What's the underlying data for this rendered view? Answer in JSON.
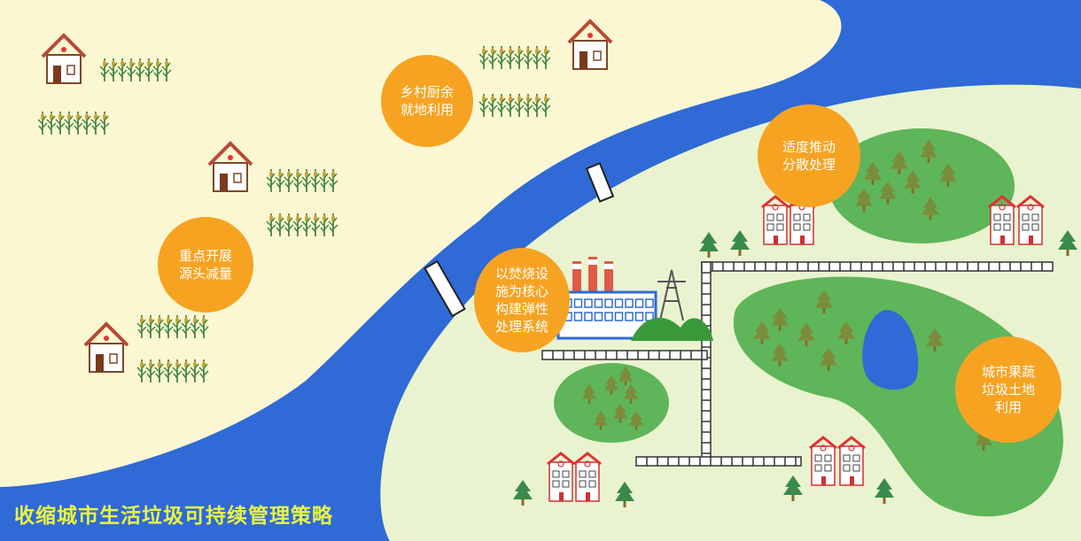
{
  "colors": {
    "river": "#2f6ad6",
    "rural_land": "#fbf7d3",
    "urban_land": "#eaf3cf",
    "bubble": "#f6a322",
    "forest": "#5fb55a",
    "title_text": "#e9f542",
    "road": "#4a4a4a",
    "house_roof": "#b84a36"
  },
  "labels": {
    "rural_food_waste": "乡村厨余\n就地利用",
    "promote_distributed": "适度推动\n分散处理",
    "source_reduction": "重点开展\n源头减量",
    "incineration_core": "以焚烧设\n施为核心\n构建弹性\n处理系统",
    "urban_fruit_veg": "城市果蔬\n垃圾土地\n利用"
  },
  "title": "收缩城市生活垃圾可持续管理策略"
}
